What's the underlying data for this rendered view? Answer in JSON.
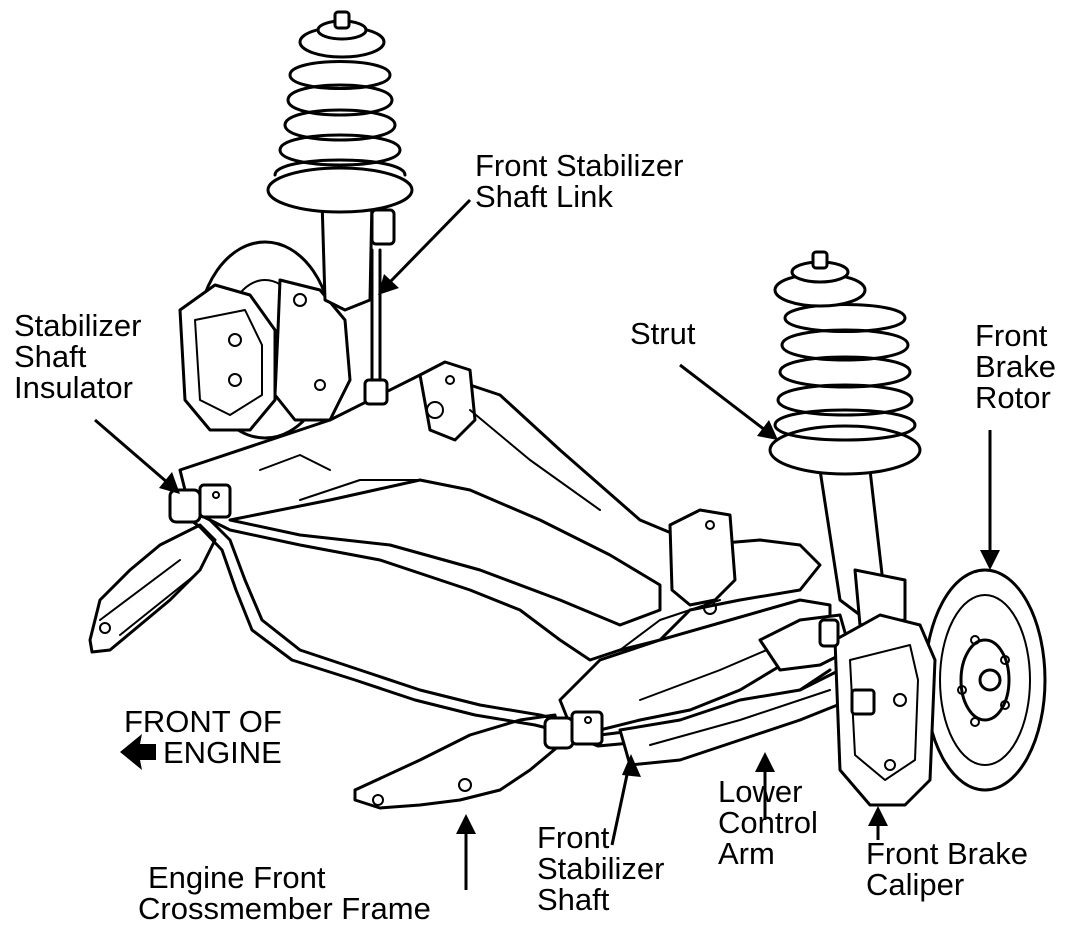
{
  "labels": {
    "front_stabilizer_shaft_link": [
      "Front Stabilizer",
      "Shaft Link"
    ],
    "stabilizer_shaft_insulator": [
      "Stabilizer",
      "Shaft",
      "Insulator"
    ],
    "strut": [
      "Strut"
    ],
    "front_brake_rotor": [
      "Front",
      "Brake",
      "Rotor"
    ],
    "front_of_engine": [
      "FRONT OF",
      "ENGINE"
    ],
    "lower_control_arm": [
      "Lower",
      "Control",
      "Arm"
    ],
    "front_brake_caliper": [
      "Front Brake",
      "Caliper"
    ],
    "front_stabilizer_shaft": [
      "Front",
      "Stabilizer",
      "Shaft"
    ],
    "engine_front_crossmember_frame": [
      "Engine Front",
      "Crossmember Frame"
    ]
  },
  "colors": {
    "ink": "#000000",
    "paper": "#ffffff"
  }
}
